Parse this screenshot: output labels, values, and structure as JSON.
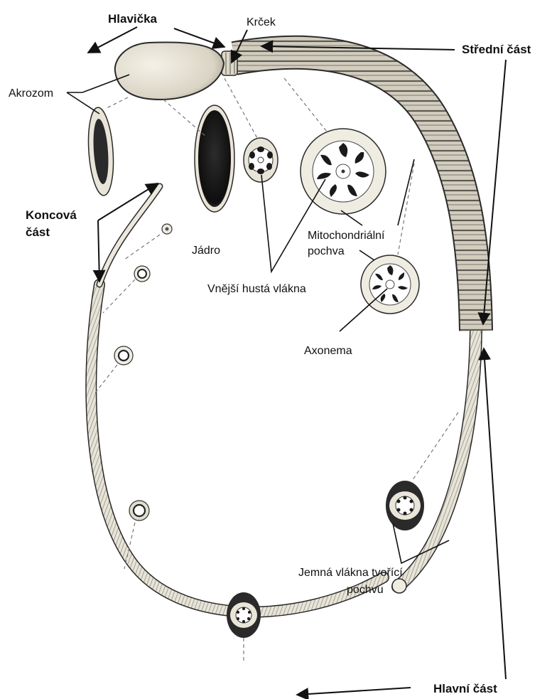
{
  "labels": {
    "head": "Hlavička",
    "neck": "Krček",
    "middle_piece": "Střední část",
    "acrosome": "Akrozom",
    "end_piece_line1": "Koncová",
    "end_piece_line2": "část",
    "nucleus": "Jádro",
    "mito_line1": "Mitochondriální",
    "mito_line2": "pochva",
    "outer_fibers": "Vnější hustá vlákna",
    "axoneme": "Axonema",
    "fibrous_line1": "Jemná vlákna tvořící",
    "fibrous_line2": "pochvu",
    "principal_piece": "Hlavní část"
  },
  "colors": {
    "outline": "#2a2a2a",
    "tail_fill": "#e6e2d6",
    "tail_stripe": "#8c8a80",
    "head_fill": "#e9e5d8",
    "dark": "#1a1a1a",
    "midpiece": "#c9c4b4"
  }
}
